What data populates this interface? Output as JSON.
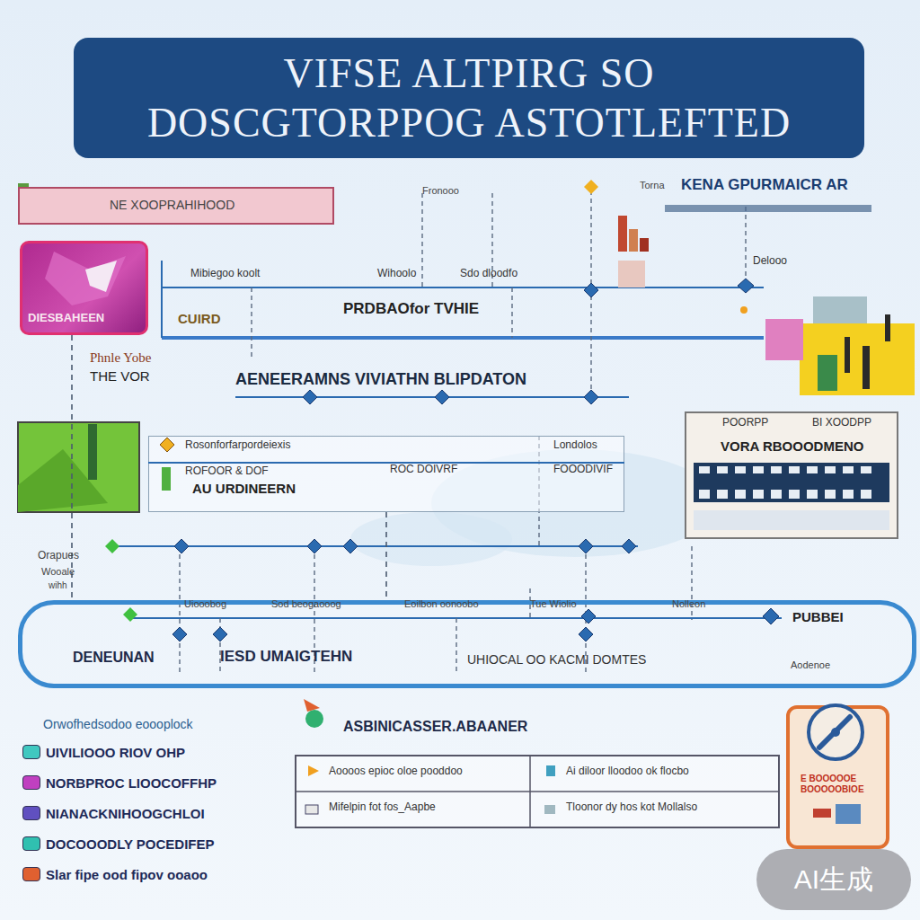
{
  "diagram": {
    "title": "VIFSE ALTPIRG SO DOSCGTORPPOG ASTOTLEFTED",
    "nodes": [
      {
        "text": [
          "NE XOOPRAHIHOOD"
        ]
      },
      {
        "text": [
          "DIESBAHEEN"
        ]
      },
      {
        "text": [
          "POORPP",
          "BI XOODPP",
          "VORA RBOOODMENO"
        ]
      },
      {
        "text": [
          "Rosonforfarpordeiexis",
          "Londolos",
          "ROFOOR & DOF",
          "AU URDINEERN",
          "ROC DOIVRF",
          "FOOODIVIF"
        ]
      },
      {
        "text": [
          "DENEUNAN",
          "IESD UMAIGTEHN",
          "UHIOCAL OO KACMI DOMTES"
        ]
      },
      {
        "text": [
          "ASBINICASSER.ABAANER",
          "Aoooos epioc oloe pooddoo",
          "Ai diloor lloodoo ok flocbo",
          "Mifelpin fot fos_Aapbe",
          "Tloonor dy hos kot Mollalso"
        ]
      },
      {
        "text": [
          "E BOOOOOE BOOOOOBIOE"
        ]
      }
    ],
    "edges": [
      {
        "from": 1,
        "to": 4,
        "arrow": "none"
      },
      {
        "from": 3,
        "to": 4,
        "arrow": "none"
      }
    ],
    "labels": [
      "Mibiegoo koolt",
      "Wihoolo",
      "Sdo dloodfo",
      "CUIRD",
      "PRDBAOfor TVHIE",
      "Torna",
      "KENA GPURMAICR AR",
      "Fronooo",
      "Delooo",
      "Phnle Yobe",
      "THE VOR",
      "AENEERAMNS VIVIATHN BLIPDATON",
      "Orapues",
      "Wooale",
      "wihh",
      "Uiooobog",
      "Sod beogaooog",
      "Eoilbon oonoobo",
      "Tue Wiolio",
      "Nolleon",
      "PUBBEI",
      "Aodenoe",
      "Orwofhedsodoo eoooplock",
      "AI生成"
    ],
    "legend": [
      {
        "text": "UIVILIOOO RIOV OHP",
        "color": "#40c8c0"
      },
      {
        "text": "NORBPROC LIOOCOFFHP",
        "color": "#c040c0"
      },
      {
        "text": "NIANACKNIHOOGCHLOI",
        "color": "#6050c0"
      },
      {
        "text": "DOCOOODLY POCEDIFEP",
        "color": "#30c0b0"
      },
      {
        "text": "Slar fipe ood fipov ooaoo",
        "color": "#e06030"
      }
    ]
  }
}
